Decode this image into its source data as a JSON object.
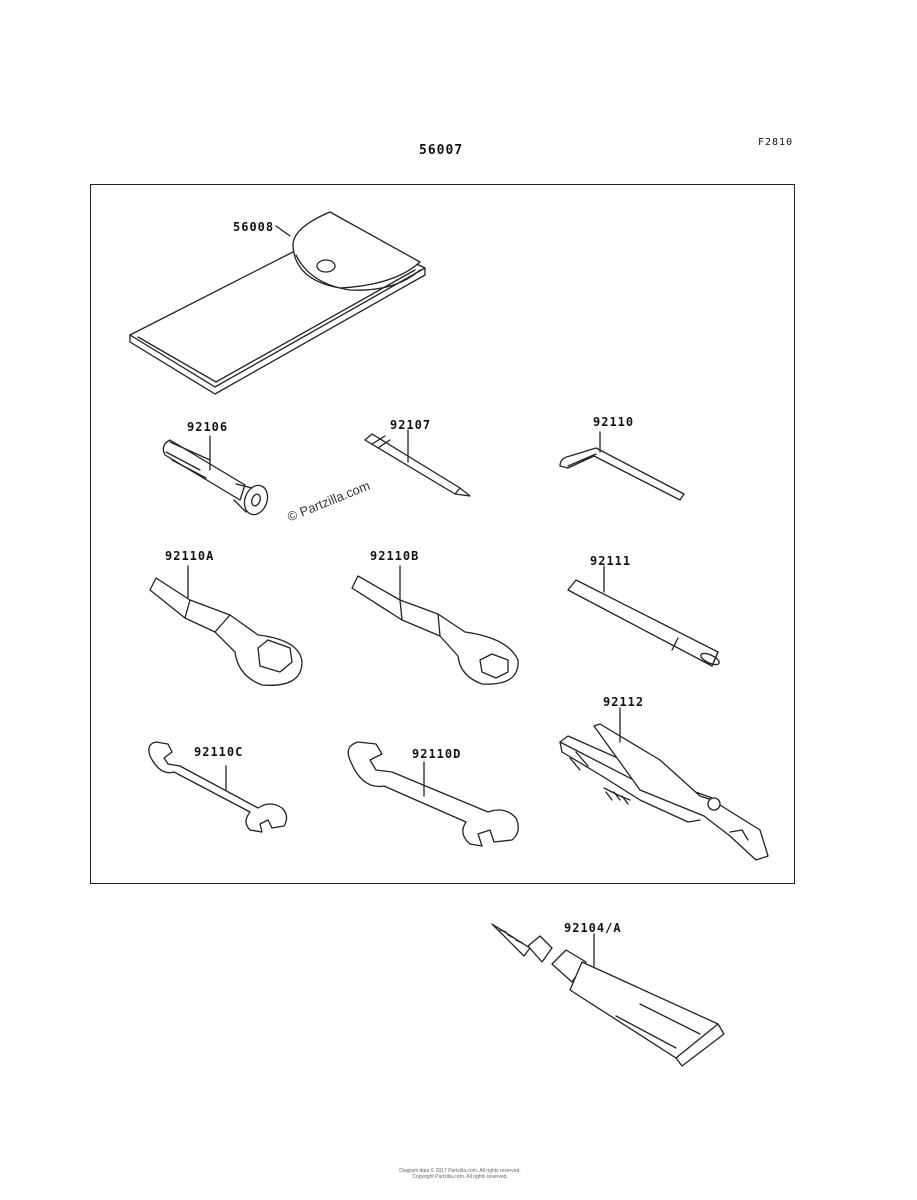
{
  "figure_code": "F2810",
  "assembly_number": "56007",
  "parts": {
    "p56008": "56008",
    "p92106": "92106",
    "p92107": "92107",
    "p92110": "92110",
    "p92110A": "92110A",
    "p92110B": "92110B",
    "p92111": "92111",
    "p92110C": "92110C",
    "p92110D": "92110D",
    "p92112": "92112",
    "p92104A": "92104/A"
  },
  "watermark": "© Partzilla.com",
  "footer": {
    "line1": "Diagram data © 2017 Partzilla.com. All rights reserved.",
    "line2": "Copyright Partzilla.com. All rights reserved."
  },
  "colors": {
    "line": "#222222",
    "background": "#ffffff"
  }
}
